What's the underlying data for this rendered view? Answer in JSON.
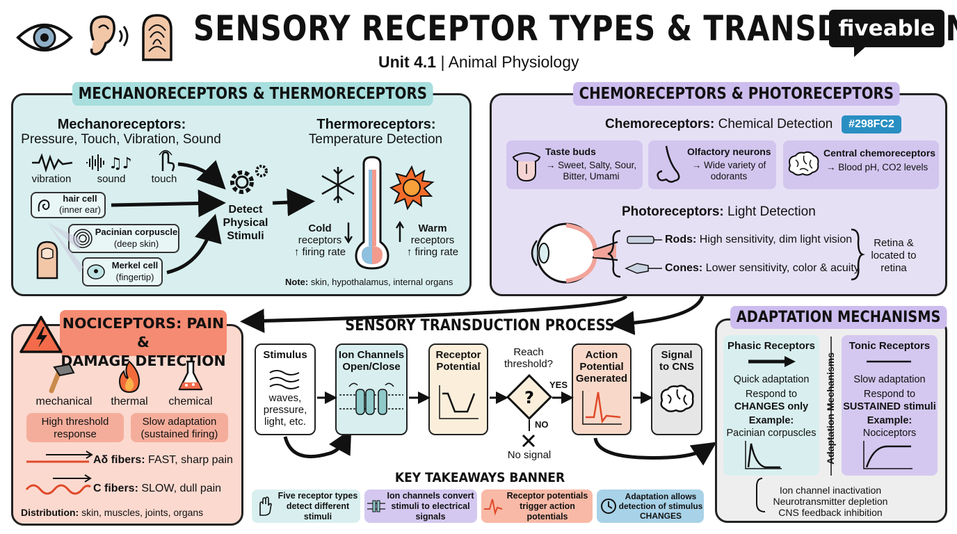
{
  "header": {
    "title": "SENSORY RECEPTOR TYPES & TRANSDUCTION",
    "subtitle_bold": "Unit 4.1",
    "subtitle_rest": " | Animal Physiology",
    "logo": "fiveable"
  },
  "mech_panel": {
    "title": "MECHANORECEPTORS & THERMORECEPTORS",
    "mech_heading": "Mechanoreceptors:",
    "mech_sub": "Pressure, Touch, Vibration, Sound",
    "stim_labels": [
      "vibration",
      "sound",
      "touch"
    ],
    "cells": [
      {
        "name": "hair cell",
        "loc": "(inner ear)"
      },
      {
        "name": "Pacinian corpuscle",
        "loc": "(deep skin)"
      },
      {
        "name": "Merkel cell",
        "loc": "(fingertip)"
      }
    ],
    "detect": [
      "Detect",
      "Physical",
      "Stimuli"
    ],
    "thermo_heading": "Thermoreceptors:",
    "thermo_sub": "Temperature Detection",
    "cold": [
      "Cold",
      "receptors",
      "↑ firing rate"
    ],
    "warm": [
      "Warm",
      "receptors",
      "↑ firing rate"
    ],
    "note_bold": "Note:",
    "note_rest": " skin, hypothalamus, internal organs"
  },
  "chemo_panel": {
    "title": "CHEMORECEPTORS & PHOTORECEPTORS",
    "chemo_heading": "Chemoreceptors:",
    "chemo_sub": " Chemical Detection",
    "hex_tag": "#298FC2",
    "cards": [
      {
        "title": "Taste buds",
        "lines": [
          "→ Sweet, Salty, Sour,",
          "Bitter, Umami"
        ]
      },
      {
        "title": "Olfactory neurons",
        "lines": [
          "→ Wide variety of",
          "odorants"
        ]
      },
      {
        "title": "Central chemoreceptors",
        "lines": [
          "→ Blood pH, CO2 levels"
        ]
      }
    ],
    "photo_heading": "Photoreceptors:",
    "photo_sub": " Light Detection",
    "rods_bold": "Rods:",
    "rods_rest": " High sensitivity, dim light vision",
    "cones_bold": "Cones:",
    "cones_rest": " Lower sensitivity, color & acuity",
    "retina": [
      "Retina &",
      "located to",
      "retina"
    ]
  },
  "noci_panel": {
    "title_1": "NOCICEPTORS: PAIN &",
    "title_2": "DAMAGE DETECTION",
    "types": [
      "mechanical",
      "thermal",
      "chemical"
    ],
    "chip1": [
      "High threshold",
      "response"
    ],
    "chip2": [
      "Slow adaptation",
      "(sustained firing)"
    ],
    "fiber1_bold": "Aδ fibers:",
    "fiber1_rest": " FAST, sharp pain",
    "fiber2_bold": "C fibers:",
    "fiber2_rest": " SLOW, dull pain",
    "dist_bold": "Distribution:",
    "dist_rest": " skin, muscles, joints, organs"
  },
  "process": {
    "title": "SENSORY TRANSDUCTION PROCESS",
    "stimulus": "Stimulus",
    "stimulus_desc": [
      "waves,",
      "pressure,",
      "light, etc."
    ],
    "ion": [
      "Ion Channels",
      "Open/Close"
    ],
    "receptor": [
      "Receptor",
      "Potential"
    ],
    "reach": [
      "Reach",
      "threshold?"
    ],
    "yes": "YES",
    "no": "NO",
    "no_signal": "No signal",
    "action": [
      "Action",
      "Potential",
      "Generated"
    ],
    "signal": [
      "Signal",
      "to CNS"
    ]
  },
  "takeaways": {
    "title": "KEY TAKEAWAYS BANNER",
    "items": [
      [
        "Five receptor types",
        "detect different stimuli"
      ],
      [
        "Ion channels convert",
        "stimuli to electrical signals"
      ],
      [
        "Receptor potentials",
        "trigger action potentials"
      ],
      [
        "Adaptation allows",
        "detection of stimulus",
        "CHANGES"
      ]
    ]
  },
  "adapt_panel": {
    "title": "ADAPTATION MECHANISMS",
    "phasic_title": "Phasic Receptors",
    "phasic_lines": [
      "Quick adaptation",
      "Respond to",
      "CHANGES only",
      "Example:",
      "Pacinian corpuscles"
    ],
    "tonic_title": "Tonic Receptors",
    "tonic_lines": [
      "Slow adaptation",
      "Respond to",
      "SUSTAINED stimuli",
      "Example:",
      "Nociceptors"
    ],
    "vertical": "Adaptation Mechanisms",
    "mechanisms": [
      "Ion channel inactivation",
      "Neurotransmitter depletion",
      "CNS feedback inhibition"
    ]
  },
  "colors": {
    "teal": "#d9efef",
    "purple": "#e6e0f5",
    "salmon": "#fbd9cf",
    "grey": "#eeeeee"
  }
}
